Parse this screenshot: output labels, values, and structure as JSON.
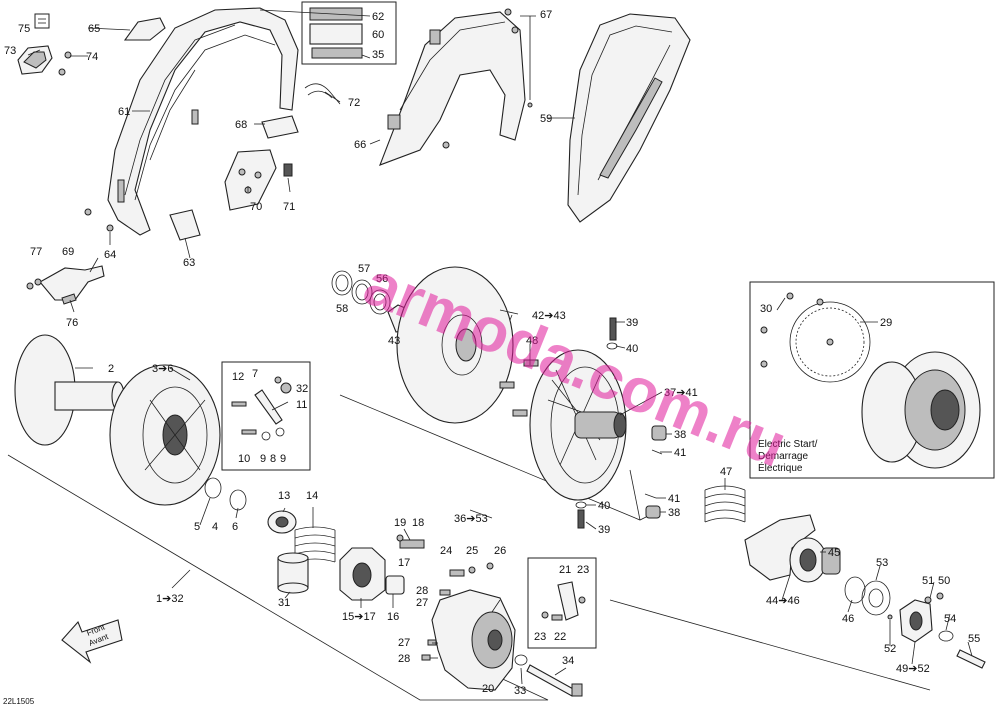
{
  "diagram_code": "22L1505",
  "watermark": "armoda.com.ru",
  "front_arrow": {
    "line1": "Front",
    "line2": "Avant"
  },
  "electric_start": {
    "line1": "Electric Start/",
    "line2": "Démarrage",
    "line3": "Électrique"
  },
  "callouts": {
    "c2": "2",
    "c3": "3➔6",
    "c4": "4",
    "c5": "5",
    "c6": "6",
    "c7": "7",
    "c8": "8",
    "c9a": "9",
    "c9b": "9",
    "c10": "10",
    "c11": "11",
    "c12": "12",
    "c13": "13",
    "c14": "14",
    "c15": "15➔17",
    "c16": "16",
    "c17": "17",
    "c18": "18",
    "c19": "19",
    "c20": "20",
    "c21": "21",
    "c22": "22",
    "c23a": "23",
    "c23b": "23",
    "c24": "24",
    "c25": "25",
    "c26": "26",
    "c27a": "27",
    "c27b": "27",
    "c28a": "28",
    "c28b": "28",
    "c29": "29",
    "c30": "30",
    "c31": "31",
    "c32": "32",
    "c1": "1➔32",
    "c33": "33",
    "c34": "34",
    "c35": "35",
    "c36": "36➔53",
    "c37": "37➔41",
    "c38a": "38",
    "c38b": "38",
    "c39a": "39",
    "c39b": "39",
    "c40a": "40",
    "c40b": "40",
    "c41a": "41",
    "c41b": "41",
    "c42": "42➔43",
    "c43": "43",
    "c44": "44➔46",
    "c45": "45",
    "c46": "46",
    "c47": "47",
    "c48": "48",
    "c49": "49➔52",
    "c50": "50",
    "c51": "51",
    "c52": "52",
    "c53": "53",
    "c54": "54",
    "c55": "55",
    "c56": "56",
    "c57": "57",
    "c58": "58",
    "c59": "59",
    "c60": "60",
    "c61": "61",
    "c62": "62",
    "c63": "63",
    "c64": "64",
    "c65": "65",
    "c66": "66",
    "c67": "67",
    "c68": "68",
    "c69": "69",
    "c70": "70",
    "c71": "71",
    "c72": "72",
    "c73": "73",
    "c74": "74",
    "c75": "75",
    "c76": "76",
    "c77": "77"
  }
}
